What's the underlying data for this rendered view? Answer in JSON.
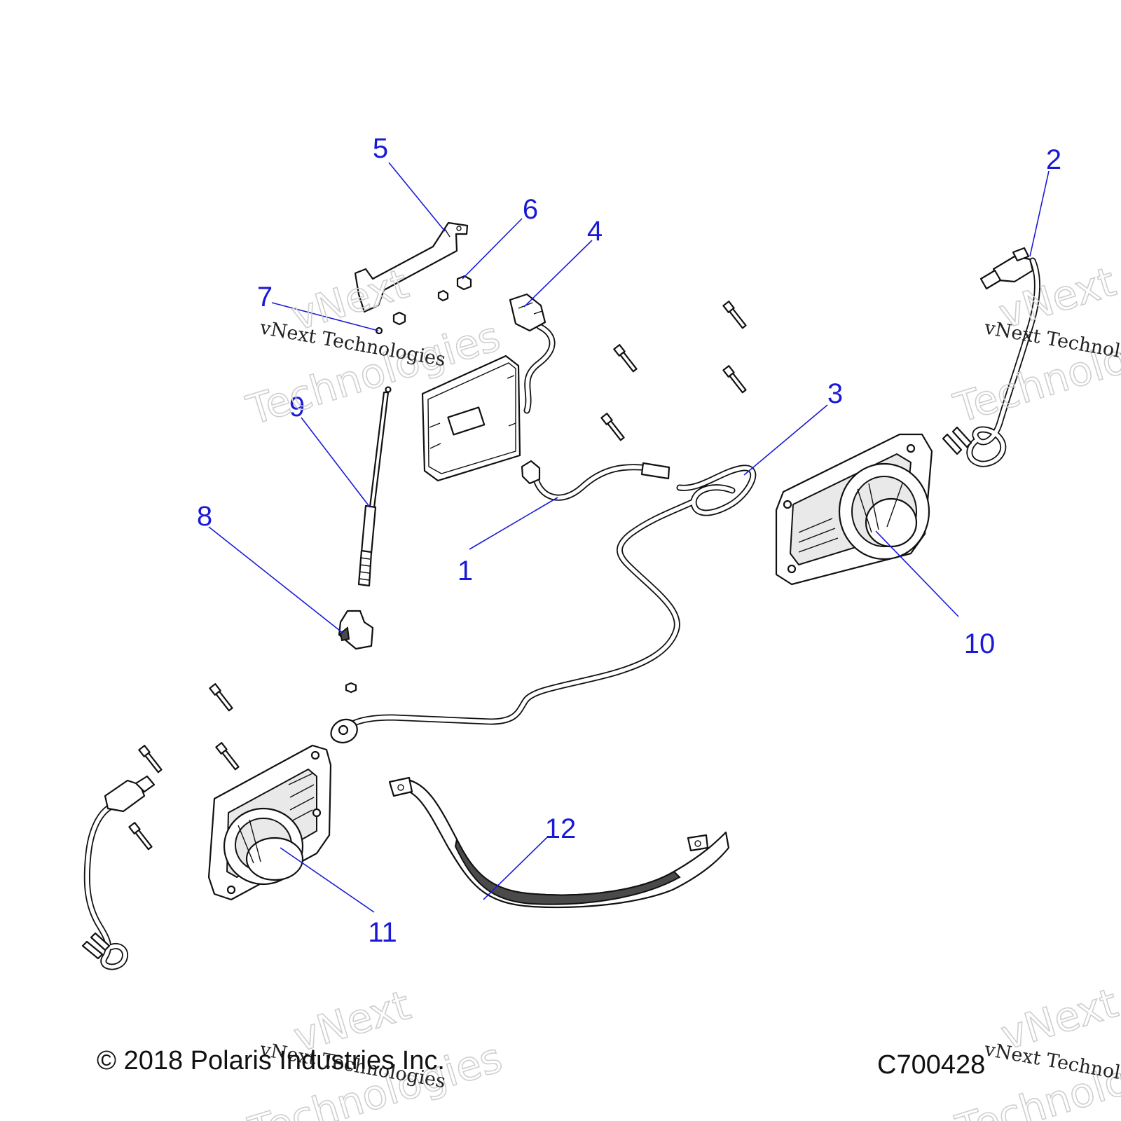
{
  "callouts": {
    "c1": "1",
    "c2": "2",
    "c3": "3",
    "c4": "4",
    "c5": "5",
    "c6": "6",
    "c7": "7",
    "c8": "8",
    "c9": "9",
    "c10": "10",
    "c11": "11",
    "c12": "12"
  },
  "footer": {
    "copyright": "© 2018 Polaris Industries Inc.",
    "diagram_code": "C700428"
  },
  "watermark": {
    "line_serif": "vNext Technologies",
    "outline_1": "vNext",
    "outline_2": "Technologies"
  },
  "colors": {
    "callout": "#1a1ad6",
    "line_art": "#111111",
    "background": "#ffffff"
  }
}
